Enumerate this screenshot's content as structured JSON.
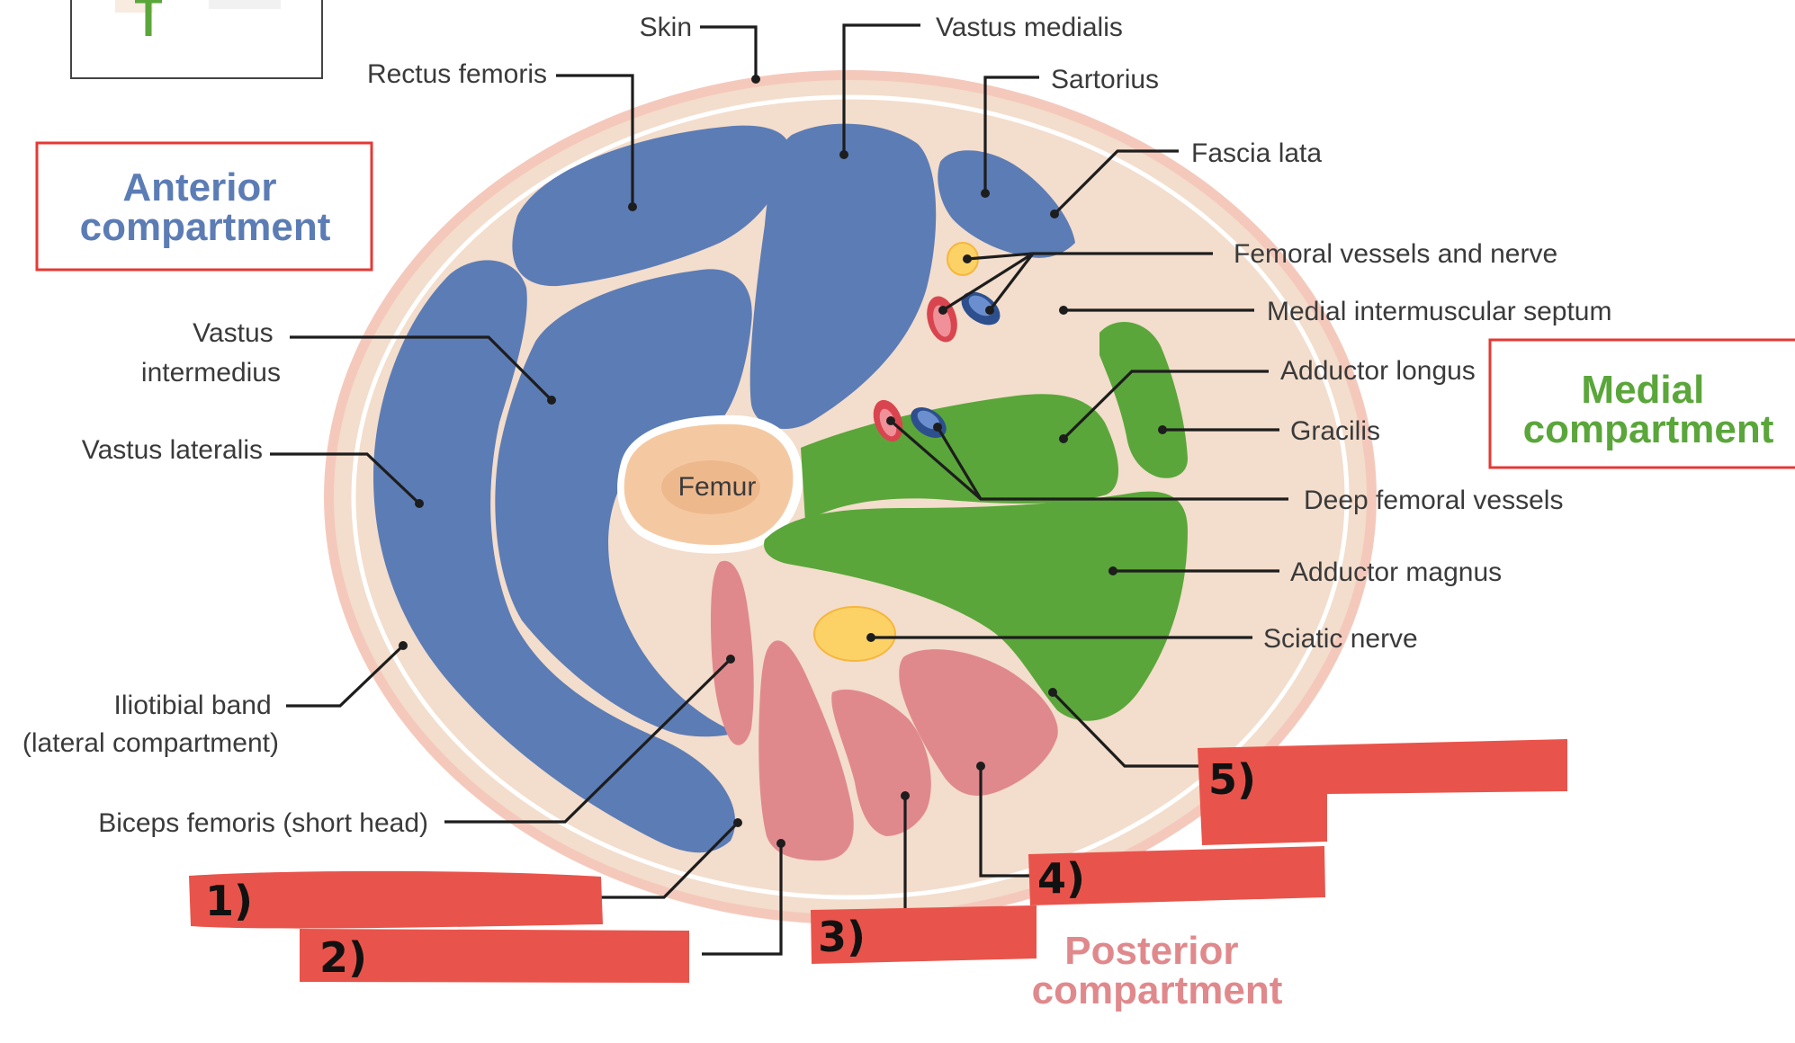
{
  "colors": {
    "anterior": "#5c7cb5",
    "medial": "#5aa63a",
    "posterior": "#e0898c",
    "skin": "#f4c9bc",
    "tissue": "#f3ddcc",
    "femur": "#f4c9a2",
    "nerve": "#fcd266",
    "answer_box": "#e8544b",
    "outline_red": "#e53935"
  },
  "compartments": {
    "anterior": "Anterior\ncompartment",
    "medial": "Medial\ncompartment",
    "posterior": "Posterior\ncompartment"
  },
  "labels": {
    "skin": "Skin",
    "vastus_medialis": "Vastus medialis",
    "rectus_femoris": "Rectus femoris",
    "sartorius": "Sartorius",
    "fascia_lata": "Fascia lata",
    "femoral_vessels_nerve": "Femoral vessels and nerve",
    "medial_intermuscular_septum": "Medial intermuscular septum",
    "adductor_longus": "Adductor longus",
    "gracilis": "Gracilis",
    "deep_femoral_vessels": "Deep femoral vessels",
    "adductor_magnus": "Adductor magnus",
    "sciatic_nerve": "Sciatic nerve",
    "vastus_intermedius": "Vastus\nintermedius",
    "vastus_lateralis": "Vastus lateralis",
    "iliotibial_band": "Iliotibial band\n(lateral compartment)",
    "biceps_femoris_short": "Biceps femoris (short head)",
    "femur": "Femur"
  },
  "answer_boxes": [
    "1)",
    "2)",
    "3)",
    "4)",
    "5)"
  ]
}
